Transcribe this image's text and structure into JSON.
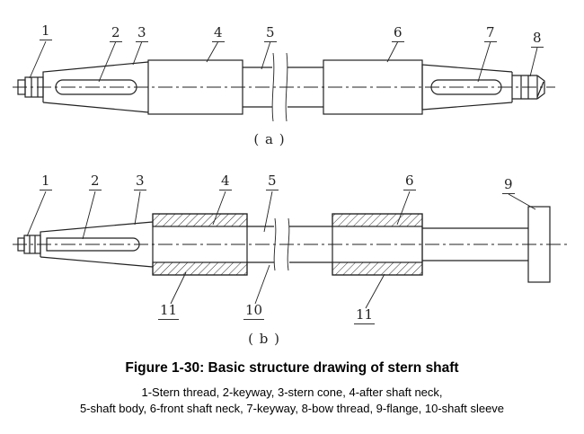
{
  "figure": {
    "caption": "Figure 1-30: Basic structure drawing of stern shaft",
    "legend_line_1": "1-Stern thread, 2-keyway, 3-stern cone, 4-after shaft neck,",
    "legend_line_2": "5-shaft body, 6-front shaft neck, 7-keyway, 8-bow thread, 9-flange, 10-shaft sleeve"
  },
  "view_a": {
    "caption": "( a )",
    "labels": [
      "1",
      "2",
      "3",
      "4",
      "5",
      "6",
      "7",
      "8"
    ]
  },
  "view_b": {
    "caption": "( b )",
    "labels_top": [
      "1",
      "2",
      "3",
      "4",
      "5",
      "6",
      "9"
    ],
    "labels_bottom": [
      "11",
      "10",
      "11"
    ]
  }
}
